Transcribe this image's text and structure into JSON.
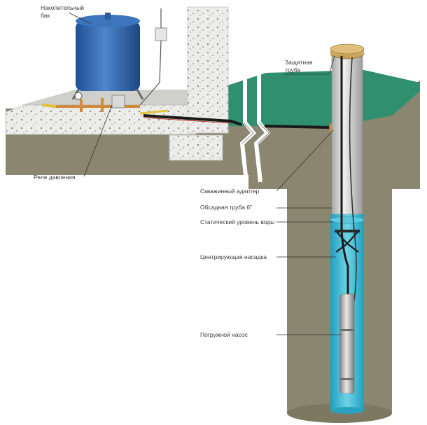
{
  "labels": {
    "tank_line1": "Накопительный",
    "tank_line2": "бак",
    "protective_line1": "Защитная",
    "protective_line2": "труба",
    "pressure_relay": "Реле давления",
    "well_adapter": "Скважинный адаптер",
    "casing_pipe": "Обсадная труба 6\"",
    "static_level": "Статический уровень воды",
    "centering": "Центрирующая насадка",
    "pump": "Погружной насос"
  },
  "colors": {
    "soil": "#8a8670",
    "grass": "#2f8f6e",
    "concrete": "#e9e9e6",
    "tank": "#2f63a8",
    "water": "#37b6cf",
    "casing": "#c9c9c9",
    "pipe_copper": "#d08a3c"
  }
}
